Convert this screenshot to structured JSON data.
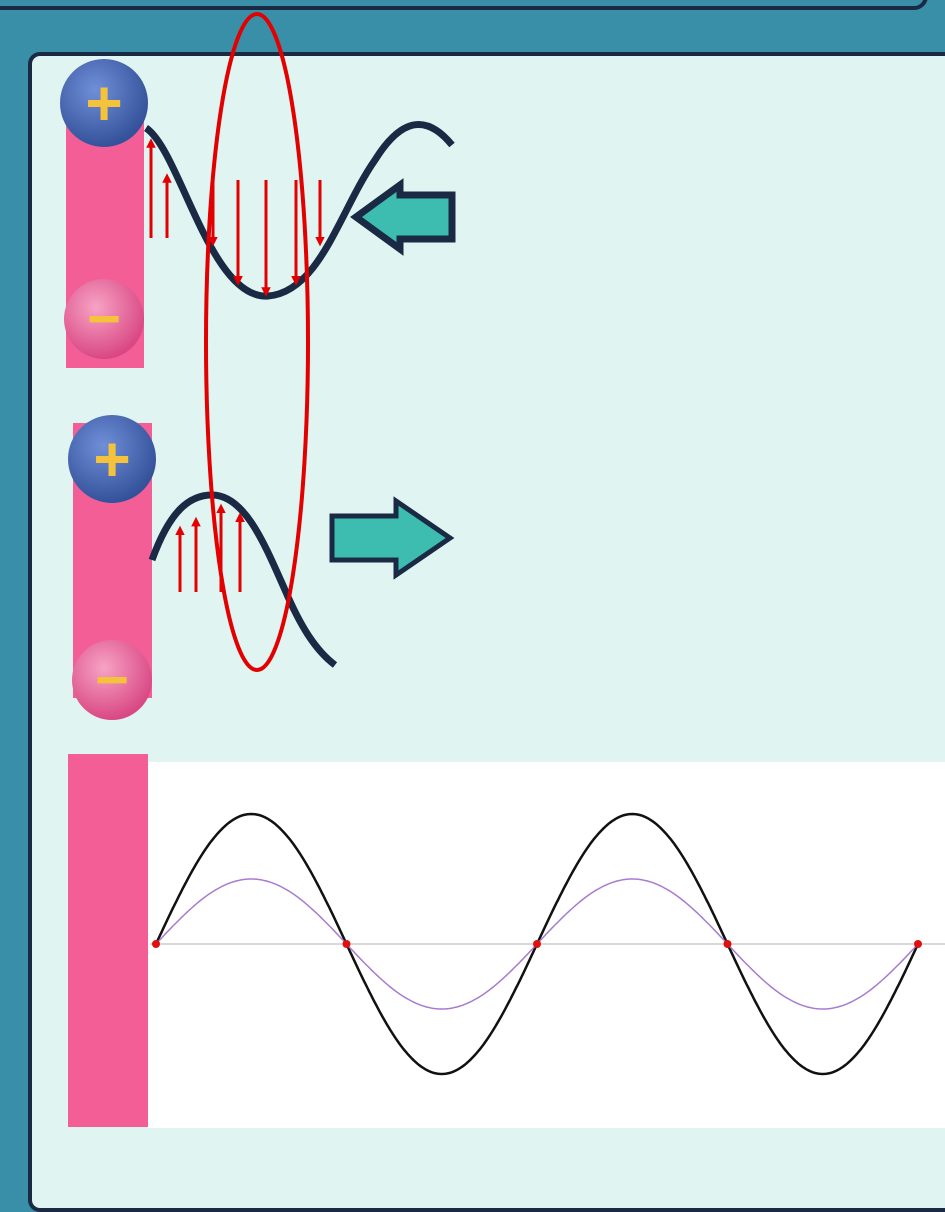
{
  "colors": {
    "background": "#3a8fa8",
    "panel": "#e0f4f2",
    "border": "#1b2a44",
    "plate": "#f45e97",
    "wave": "#1b2a44",
    "field_arrow": "#e20000",
    "highlight_ellipse": "#e20000",
    "direction_arrow": "#3dbdb0",
    "plus_ball": "#4a68b0",
    "minus_ball": "#e85c94",
    "sign": "#f5c33b",
    "standing_wave": "#111111",
    "reduced_wave": "#a87bd0",
    "node": "#e01010"
  },
  "diagram": {
    "top_setup": {
      "plate_top_charge": "+",
      "plate_bottom_charge": "−",
      "direction_arrow": "left-pointing-arrow",
      "field_arrows": [
        {
          "direction": "up",
          "length": 0.95
        },
        {
          "direction": "up",
          "length": 0.6
        },
        {
          "direction": "down",
          "length": 0.55
        },
        {
          "direction": "down",
          "length": 0.9
        },
        {
          "direction": "down",
          "length": 1.0
        },
        {
          "direction": "down",
          "length": 0.9
        },
        {
          "direction": "down",
          "length": 0.55
        }
      ]
    },
    "bottom_setup": {
      "plate_top_charge": "+",
      "plate_bottom_charge": "−",
      "direction_arrow": "right-pointing-arrow",
      "field_arrows": [
        {
          "direction": "up",
          "length": 0.7
        },
        {
          "direction": "up",
          "length": 0.8
        },
        {
          "direction": "up",
          "length": 0.95
        },
        {
          "direction": "up",
          "length": 0.85
        }
      ]
    },
    "standing_wave": {
      "nodes": 5,
      "half_wavelengths": 4,
      "amplitude_outer": 1.0,
      "amplitude_inner": 0.5
    }
  }
}
